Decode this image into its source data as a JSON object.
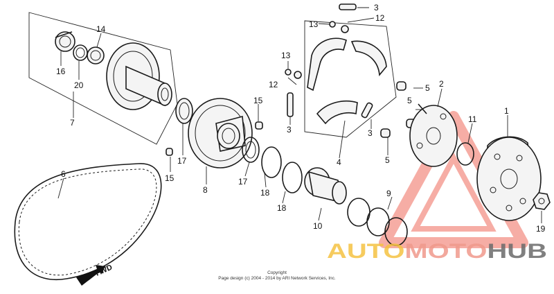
{
  "part_numbers": {
    "p1": "1",
    "p2": "2",
    "p3a": "3",
    "p3b": "3",
    "p3c": "3",
    "p4": "4",
    "p5a": "5",
    "p5b": "5",
    "p6": "6",
    "p7": "7",
    "p8": "8",
    "p9": "9",
    "p10": "10",
    "p11": "11",
    "p12a": "12",
    "p12b": "12",
    "p13a": "13",
    "p13b": "13",
    "p14": "14",
    "p15a": "15",
    "p15b": "15",
    "p16": "16",
    "p17a": "17",
    "p17b": "17",
    "p18a": "18",
    "p18b": "18",
    "p19": "19",
    "p20": "20"
  },
  "direction_label": "FWD",
  "copyright": {
    "line1": "Copyright",
    "line2": "Page design (c) 2004 - 2014 by ARI Network Services, Inc."
  },
  "watermark": {
    "part1": "AUTO",
    "part2": "MOTO",
    "part3": "HUB",
    "color1": "#f5c242",
    "color2": "#f09a8c",
    "color3": "#6b6b6b"
  }
}
